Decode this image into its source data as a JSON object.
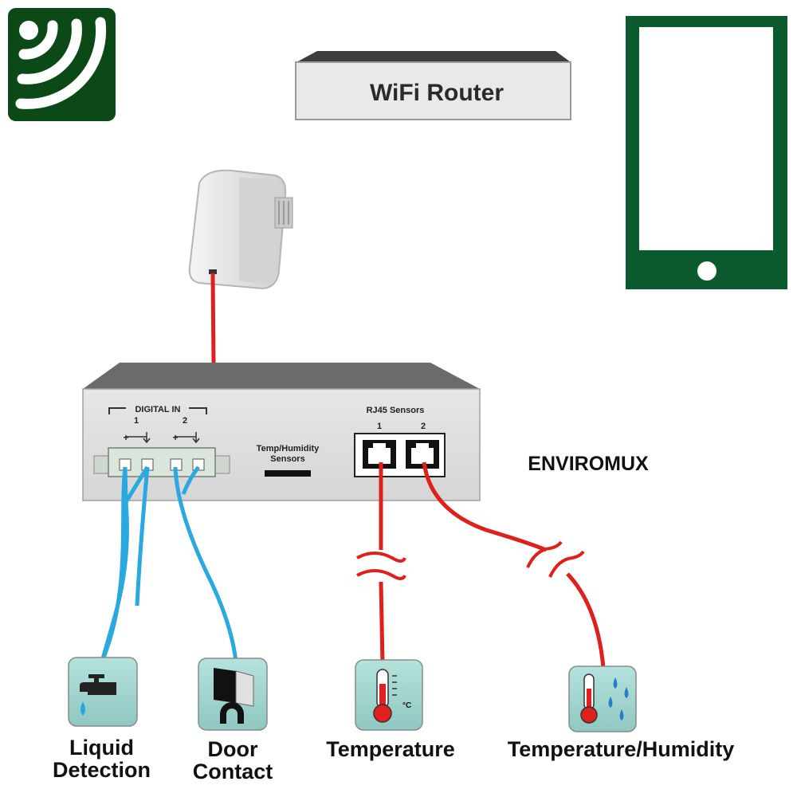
{
  "router": {
    "label": "WiFi Router"
  },
  "device": {
    "name": "ENVIROMUX",
    "digital_in_label": "DIGITAL IN",
    "digital_in_ports": [
      "1",
      "2"
    ],
    "polarity": [
      "+",
      "+"
    ],
    "temp_humidity_label_line1": "Temp/Humidity",
    "temp_humidity_label_line2": "Sensors",
    "rj45_label": "RJ45 Sensors",
    "rj45_ports": [
      "1",
      "2"
    ]
  },
  "sensors": [
    {
      "line1": "Liquid",
      "line2": "Detection"
    },
    {
      "line1": "Door",
      "line2": "Contact"
    },
    {
      "line1": "Temperature",
      "line2": ""
    },
    {
      "line1": "Temperature/Humidity",
      "line2": ""
    }
  ],
  "thermometer_unit": "°C",
  "icons": [
    "wifi-icon",
    "tablet-icon",
    "wifi-extender-icon",
    "faucet-icon",
    "door-magnet-icon",
    "thermometer-icon",
    "thermometer-humidity-icon"
  ],
  "colors": {
    "brand_green": "#0a5a2e",
    "wifi_tile": "#0b4a16",
    "cable_red": "#e0201d",
    "cable_blue": "#2aa8e0",
    "sensor_tile": "#a8d8d2"
  }
}
